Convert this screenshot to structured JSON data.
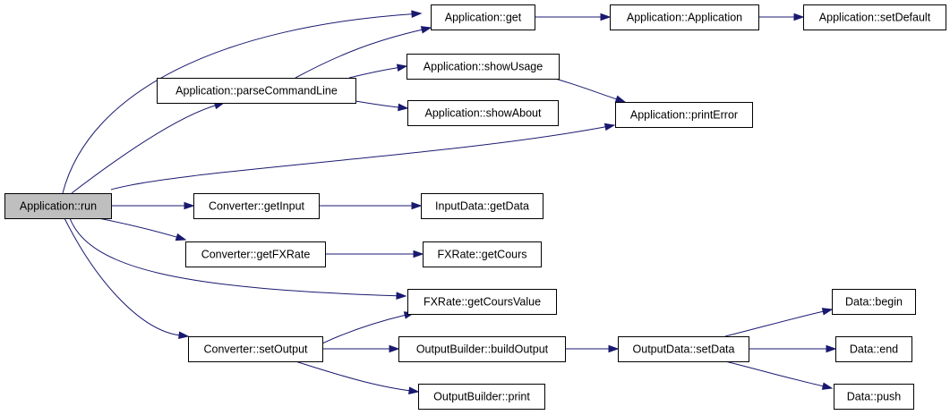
{
  "diagram": {
    "nodes": [
      {
        "id": "run",
        "label": "Application::run",
        "root": true
      },
      {
        "id": "get",
        "label": "Application::get"
      },
      {
        "id": "app",
        "label": "Application::Application"
      },
      {
        "id": "setDefault",
        "label": "Application::setDefault"
      },
      {
        "id": "parse",
        "label": "Application::parseCommandLine"
      },
      {
        "id": "showUsage",
        "label": "Application::showUsage"
      },
      {
        "id": "showAbout",
        "label": "Application::showAbout"
      },
      {
        "id": "printError",
        "label": "Application::printError"
      },
      {
        "id": "getInput",
        "label": "Converter::getInput"
      },
      {
        "id": "inputGetData",
        "label": "InputData::getData"
      },
      {
        "id": "getFXRate",
        "label": "Converter::getFXRate"
      },
      {
        "id": "getCours",
        "label": "FXRate::getCours"
      },
      {
        "id": "getCoursValue",
        "label": "FXRate::getCoursValue"
      },
      {
        "id": "setOutput",
        "label": "Converter::setOutput"
      },
      {
        "id": "buildOutput",
        "label": "OutputBuilder::buildOutput"
      },
      {
        "id": "outSetData",
        "label": "OutputData::setData"
      },
      {
        "id": "begin",
        "label": "Data::begin"
      },
      {
        "id": "end",
        "label": "Data::end"
      },
      {
        "id": "push",
        "label": "Data::push"
      },
      {
        "id": "print",
        "label": "OutputBuilder::print"
      }
    ],
    "edges": [
      {
        "from": "run",
        "to": "get"
      },
      {
        "from": "run",
        "to": "parse"
      },
      {
        "from": "run",
        "to": "printError"
      },
      {
        "from": "run",
        "to": "getInput"
      },
      {
        "from": "run",
        "to": "getFXRate"
      },
      {
        "from": "run",
        "to": "getCoursValue"
      },
      {
        "from": "run",
        "to": "setOutput"
      },
      {
        "from": "get",
        "to": "app"
      },
      {
        "from": "app",
        "to": "setDefault"
      },
      {
        "from": "parse",
        "to": "get"
      },
      {
        "from": "parse",
        "to": "showUsage"
      },
      {
        "from": "parse",
        "to": "showAbout"
      },
      {
        "from": "showUsage",
        "to": "printError"
      },
      {
        "from": "getInput",
        "to": "inputGetData"
      },
      {
        "from": "getFXRate",
        "to": "getCours"
      },
      {
        "from": "setOutput",
        "to": "getCoursValue"
      },
      {
        "from": "setOutput",
        "to": "buildOutput"
      },
      {
        "from": "setOutput",
        "to": "print"
      },
      {
        "from": "buildOutput",
        "to": "outSetData"
      },
      {
        "from": "outSetData",
        "to": "begin"
      },
      {
        "from": "outSetData",
        "to": "end"
      },
      {
        "from": "outSetData",
        "to": "push"
      }
    ]
  }
}
